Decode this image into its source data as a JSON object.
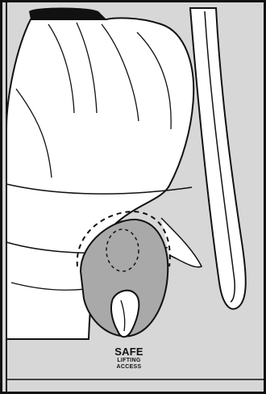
{
  "illustration": {
    "subject": "bag-with-lifting-access-port",
    "colors": {
      "background": "#d7d7d7",
      "bag_fill": "#ffffff",
      "outline": "#111111",
      "port_shading": "#a9a9a9"
    }
  },
  "label": {
    "line1": "SAFE",
    "line2": "LIFTING",
    "line3": "ACCESS"
  },
  "icons": {
    "arrow": "up-arrow-icon"
  }
}
